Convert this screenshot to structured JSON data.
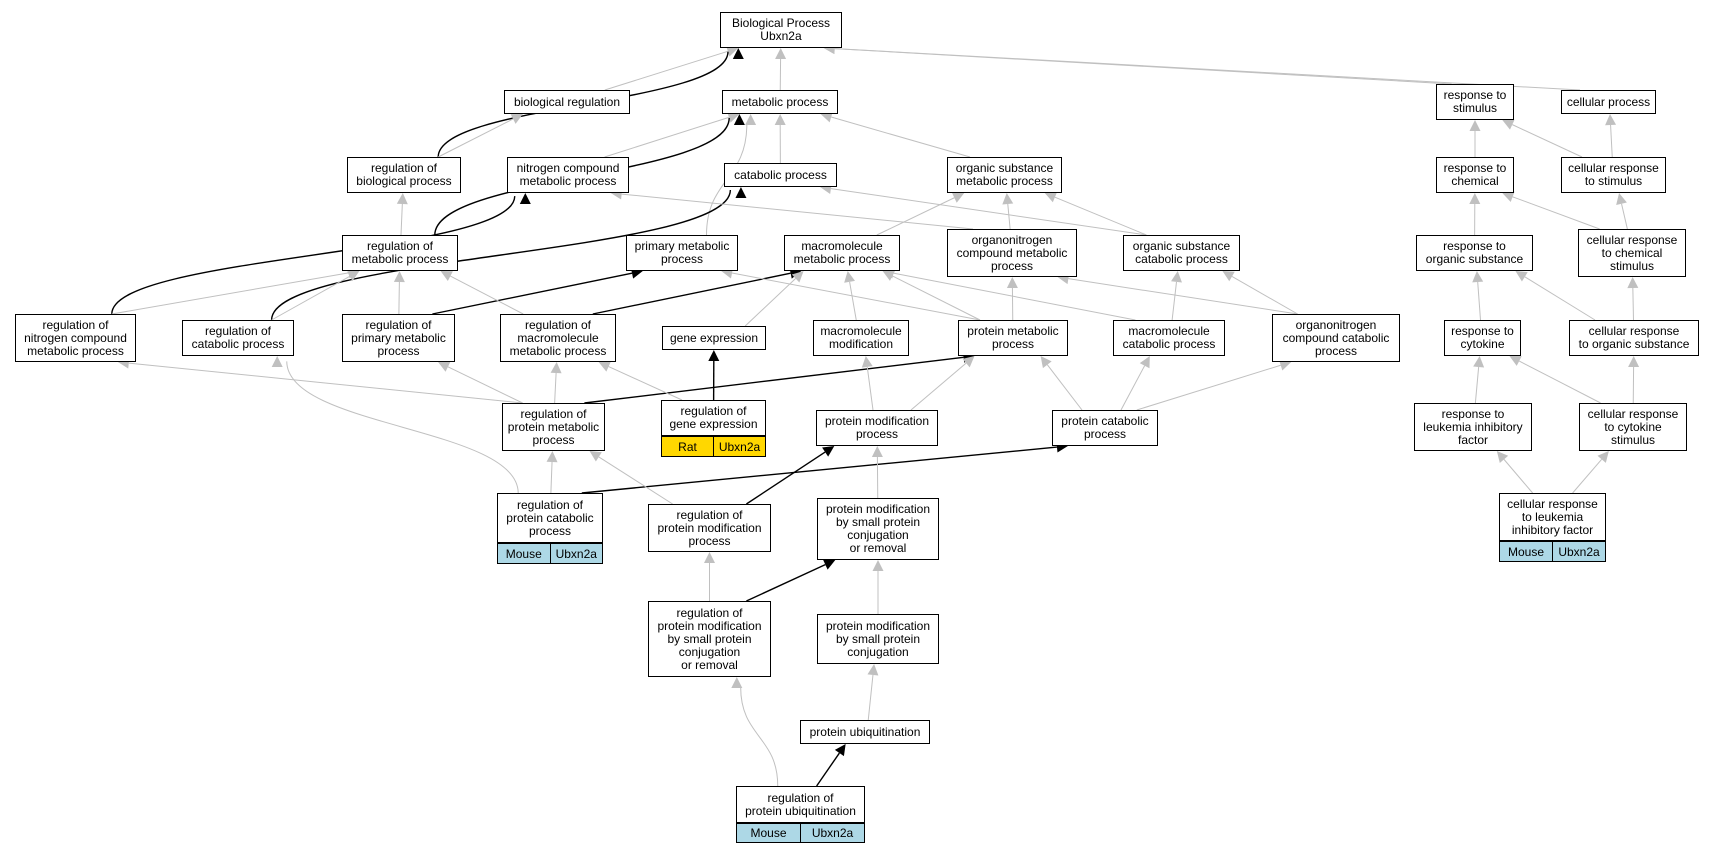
{
  "colors": {
    "edge_gray": "#c0c0c0",
    "edge_black": "#000000",
    "mouse_badge": "#add8e6",
    "rat_badge": "#ffd700"
  },
  "nodes": {
    "root": "Biological Process\nUbxn2a",
    "biological_regulation": "biological regulation",
    "metabolic_process": "metabolic process",
    "response_to_stimulus": "response to\nstimulus",
    "cellular_process": "cellular process",
    "regulation_of_biological_process": "regulation of\nbiological process",
    "nitrogen_compound_metabolic_process": "nitrogen compound\nmetabolic process",
    "catabolic_process": "catabolic process",
    "organic_substance_metabolic_process": "organic substance\nmetabolic process",
    "response_to_chemical": "response to\nchemical",
    "cellular_response_to_stimulus": "cellular response\nto stimulus",
    "regulation_of_metabolic_process": "regulation of\nmetabolic process",
    "primary_metabolic_process": "primary metabolic\nprocess",
    "macromolecule_metabolic_process": "macromolecule\nmetabolic process",
    "organonitrogen_compound_metabolic_process": "organonitrogen\ncompound metabolic\nprocess",
    "organic_substance_catabolic_process": "organic substance\ncatabolic process",
    "response_to_organic_substance": "response to\norganic substance",
    "cellular_response_to_chemical_stimulus": "cellular response\nto chemical\nstimulus",
    "regulation_of_nitrogen_compound_metabolic_process": "regulation of\nnitrogen compound\nmetabolic process",
    "regulation_of_catabolic_process": "regulation of\ncatabolic process",
    "regulation_of_primary_metabolic_process": "regulation of\nprimary metabolic\nprocess",
    "regulation_of_macromolecule_metabolic_process": "regulation of\nmacromolecule\nmetabolic process",
    "gene_expression": "gene expression",
    "macromolecule_modification": "macromolecule\nmodification",
    "protein_metabolic_process": "protein metabolic\nprocess",
    "macromolecule_catabolic_process": "macromolecule\ncatabolic process",
    "organonitrogen_compound_catabolic_process": "organonitrogen\ncompound catabolic\nprocess",
    "response_to_cytokine": "response to\ncytokine",
    "cellular_response_to_organic_substance": "cellular response\nto organic substance",
    "regulation_of_protein_metabolic_process": "regulation of\nprotein metabolic\nprocess",
    "regulation_of_gene_expression": "regulation of\ngene expression",
    "protein_modification_process": "protein modification\nprocess",
    "protein_catabolic_process": "protein catabolic\nprocess",
    "response_to_leukemia_inhibitory_factor": "response to\nleukemia inhibitory\nfactor",
    "cellular_response_to_cytokine_stimulus": "cellular response\nto cytokine\nstimulus",
    "regulation_of_protein_catabolic_process": "regulation of\nprotein catabolic\nprocess",
    "regulation_of_protein_modification_process": "regulation of\nprotein modification\nprocess",
    "protein_modification_by_small_protein_conjugation_or_removal": "protein modification\nby small protein\nconjugation\nor removal",
    "cellular_response_to_leukemia_inhibitory_factor": "cellular response\nto leukemia\ninhibitory factor",
    "regulation_of_protein_modification_by_small_protein_conjugation_or_removal": "regulation of\nprotein modification\nby small protein\nconjugation\nor removal",
    "protein_modification_by_small_protein_conjugation": "protein modification\nby small protein\nconjugation",
    "protein_ubiquitination": "protein ubiquitination",
    "regulation_of_protein_ubiquitination": "regulation of\nprotein ubiquitination"
  },
  "annotations": {
    "regulation_of_gene_expression": {
      "species": "Rat",
      "gene": "Ubxn2a"
    },
    "regulation_of_protein_catabolic_process": {
      "species": "Mouse",
      "gene": "Ubxn2a"
    },
    "cellular_response_to_leukemia_inhibitory_factor": {
      "species": "Mouse",
      "gene": "Ubxn2a"
    },
    "regulation_of_protein_ubiquitination": {
      "species": "Mouse",
      "gene": "Ubxn2a"
    }
  }
}
